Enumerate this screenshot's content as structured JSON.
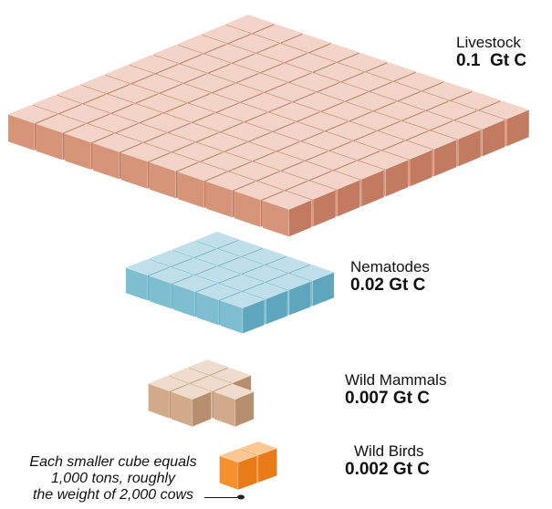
{
  "unit_note": [
    "Each smaller cube equals",
    "1,000 tons, roughly",
    "the weight of 2,000 cows"
  ],
  "groups": [
    {
      "id": "livestock",
      "name": "Livestock",
      "value": "0.1  Gt C",
      "cubes": 100,
      "colors": {
        "top": "#f2d5c8",
        "left": "#d69478",
        "right": "#c27a60"
      }
    },
    {
      "id": "nematodes",
      "name": "Nematodes",
      "value": "0.02 Gt C",
      "cubes": 20,
      "colors": {
        "top": "#bfe0ea",
        "left": "#7fbdd0",
        "right": "#5ea6bd"
      }
    },
    {
      "id": "wild-mammals",
      "name": "Wild Mammals",
      "value": "0.007 Gt C",
      "cubes": 7,
      "colors": {
        "top": "#efdccd",
        "left": "#d0aa89",
        "right": "#b88f6e"
      }
    },
    {
      "id": "wild-birds",
      "name": "Wild Birds",
      "value": "0.002 Gt C",
      "cubes": 2,
      "colors": {
        "top": "#fbc795",
        "left": "#f7902f",
        "right": "#e87a18"
      }
    }
  ]
}
